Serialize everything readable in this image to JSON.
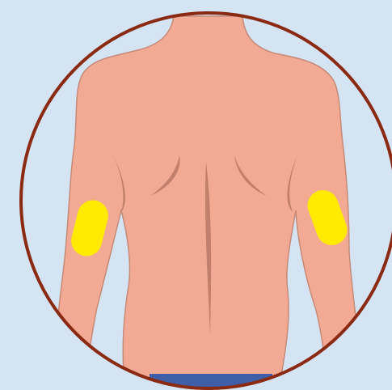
{
  "illustration": {
    "subject": "back-of-torso-with-upper-arm-injection-sites",
    "colors": {
      "background": "#d4e4f3",
      "frame_ring": "#8b2a12",
      "skin": "#f3aa95",
      "skin_outline": "#c68a78",
      "skin_shadow": "#c27f6c",
      "injection_site": "#ffea00",
      "waistband": "#3e5fa8"
    },
    "markers": [
      {
        "name": "left-upper-arm-site"
      },
      {
        "name": "right-upper-arm-site"
      }
    ]
  }
}
